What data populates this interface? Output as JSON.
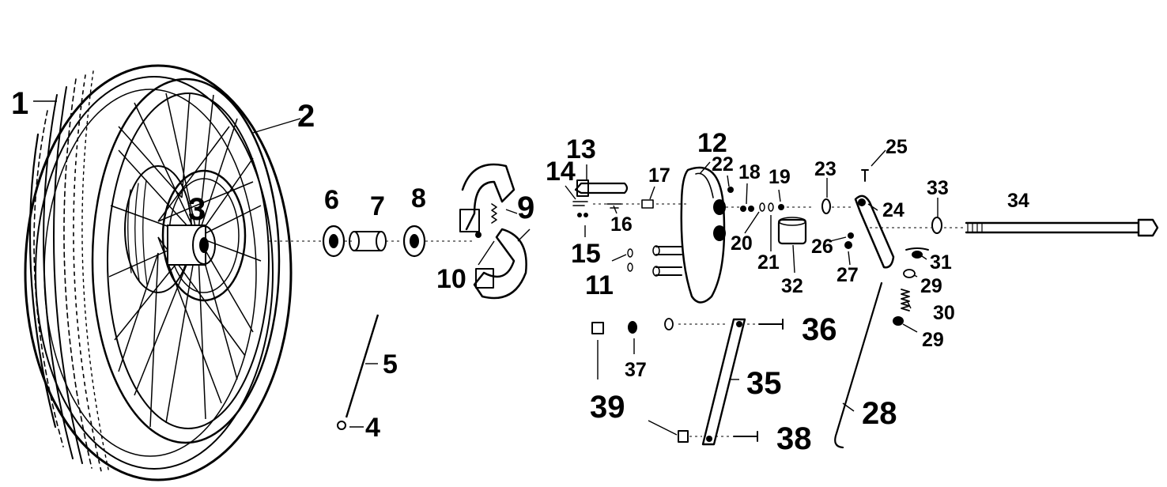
{
  "diagram": {
    "ink_color": "#000000",
    "background_color": "#ffffff",
    "callouts": [
      "1",
      "2",
      "3",
      "4",
      "5",
      "6",
      "7",
      "8",
      "9",
      "10",
      "11",
      "12",
      "13",
      "14",
      "15",
      "16",
      "17",
      "18",
      "19",
      "20",
      "21",
      "22",
      "23",
      "24",
      "25",
      "26",
      "27",
      "28",
      "29",
      "29",
      "30",
      "31",
      "32",
      "33",
      "34",
      "35",
      "36",
      "37",
      "38",
      "39"
    ]
  }
}
